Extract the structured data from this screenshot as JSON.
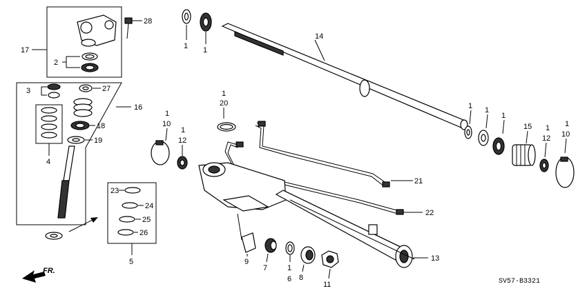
{
  "diagram_code": "SV57-B3321",
  "direction_label": "FR.",
  "callouts": {
    "c28": "28",
    "c17": "17",
    "c2": "2",
    "c1a": "1",
    "c1b": "1",
    "c14": "14",
    "c3": "3",
    "c27": "27",
    "c16": "16",
    "c18": "18",
    "c19": "19",
    "c4": "4",
    "c1c": "1",
    "c20": "20",
    "c1d": "1",
    "c10a": "10",
    "c1e": "1",
    "c12a": "12",
    "c1f": "1",
    "c1g": "1",
    "c1h": "1",
    "c15": "15",
    "c1i": "1",
    "c12b": "12",
    "c1j": "1",
    "c10b": "10",
    "c21": "21",
    "c22": "22",
    "c23": "23",
    "c24": "24",
    "c25": "25",
    "c26": "26",
    "c5": "5",
    "c9": "9",
    "c7": "7",
    "c1k": "1",
    "c6": "6",
    "c8": "8",
    "c11": "11",
    "c13": "13"
  }
}
